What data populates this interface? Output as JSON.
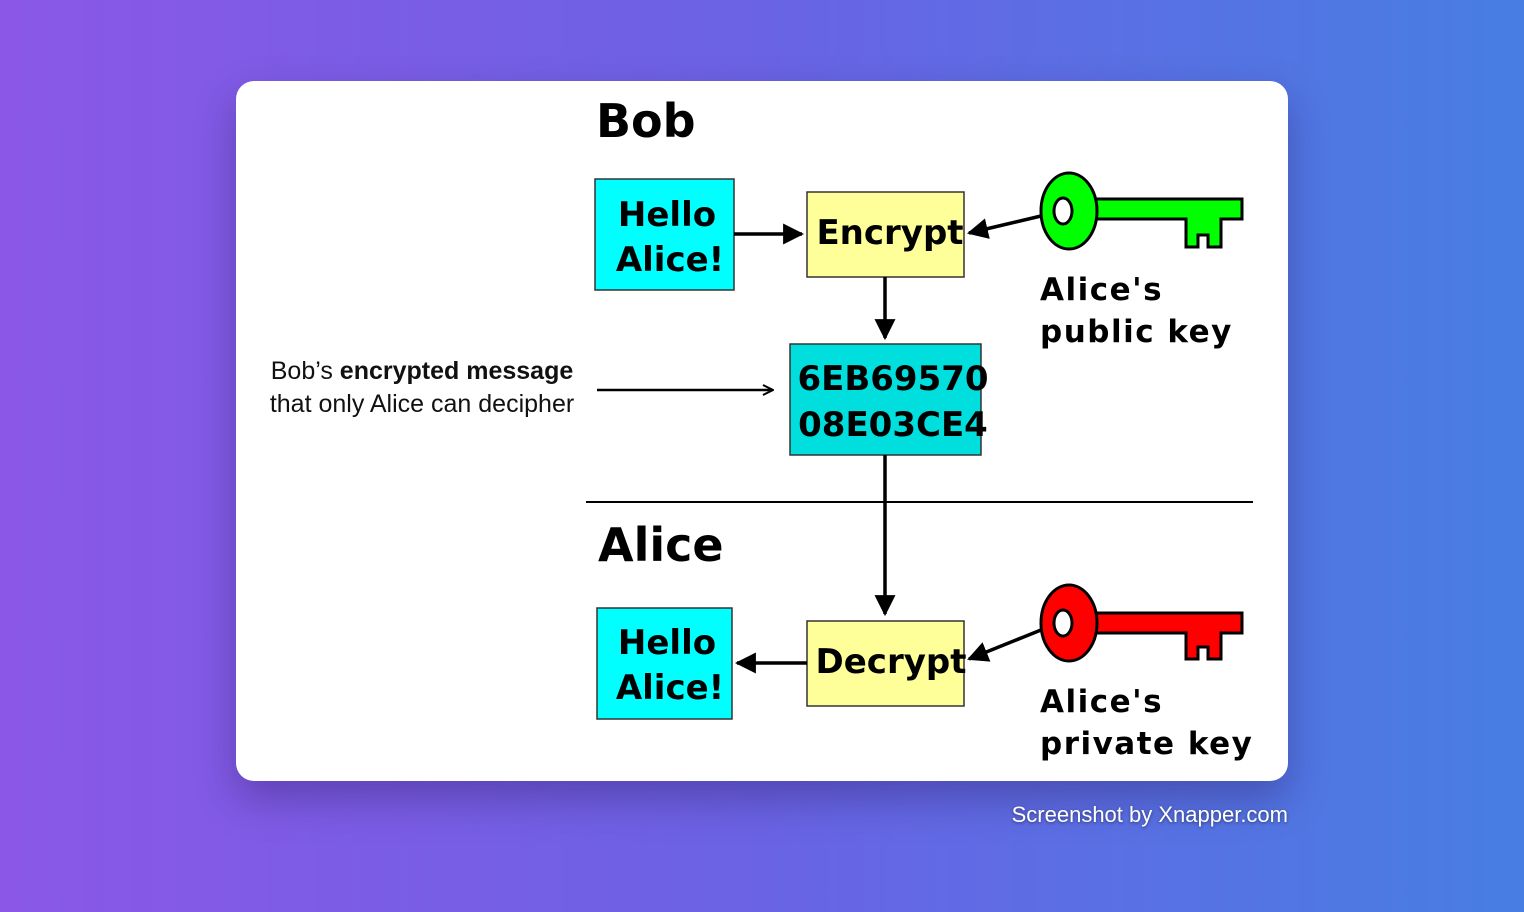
{
  "bob_section": {
    "title": "Bob",
    "message_box": {
      "line1": "Hello",
      "line2": "Alice!"
    },
    "encrypt_box": "Encrypt",
    "public_key": {
      "line1": "Alice's",
      "line2": "public key"
    }
  },
  "ciphertext_box": {
    "line1": "6EB69570",
    "line2": "08E03CE4"
  },
  "annotation": {
    "prefix": "Bob’s",
    "bold": "encrypted message",
    "line2": "that only Alice can decipher"
  },
  "alice_section": {
    "title": "Alice",
    "message_box": {
      "line1": "Hello",
      "line2": "Alice!"
    },
    "decrypt_box": "Decrypt",
    "private_key": {
      "line1": "Alice's",
      "line2": "private key"
    }
  },
  "colors": {
    "message_fill": "#00ffff",
    "ciphertext_fill": "#00dede",
    "operation_fill": "#ffff99",
    "public_key": "#00ff00",
    "private_key": "#ff0000"
  },
  "icons": {
    "public_key": "key-icon",
    "private_key": "key-icon"
  },
  "watermark": "Screenshot by Xnapper.com"
}
